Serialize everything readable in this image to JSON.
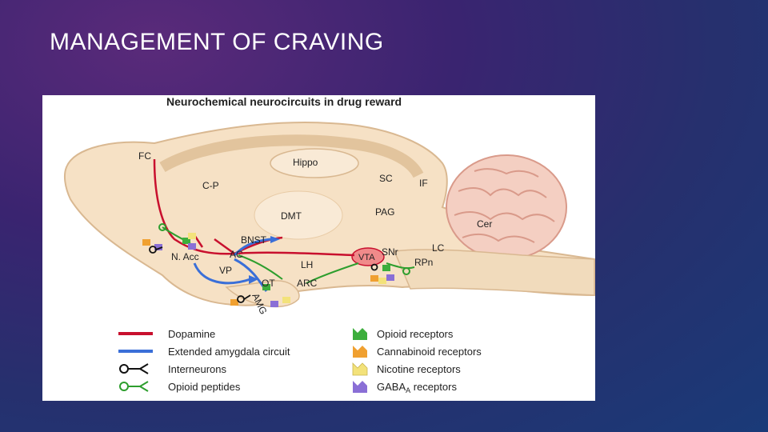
{
  "slide": {
    "title": "MANAGEMENT OF CRAVING"
  },
  "figure": {
    "title": "Neurochemical neurocircuits in drug reward",
    "regions": {
      "fc": "FC",
      "hippo": "Hippo",
      "cp": "C-P",
      "sc": "SC",
      "if": "IF",
      "dmt": "DMT",
      "pag": "PAG",
      "cer": "Cer",
      "bnst": "BNST",
      "lc": "LC",
      "ac": "AC",
      "nacc": "N. Acc",
      "lh": "LH",
      "vta": "VTA",
      "snr": "SNr",
      "rpn": "RPn",
      "vp": "VP",
      "ot": "OT",
      "arc": "ARC",
      "amg": "AMG"
    },
    "legend_left": [
      {
        "label": "Dopamine",
        "color": "#c8102e",
        "kind": "line"
      },
      {
        "label": "Extended amygdala circuit",
        "color": "#3a6fd8",
        "kind": "line"
      },
      {
        "label": "Interneurons",
        "color": "#111111",
        "kind": "neuron"
      },
      {
        "label": "Opioid peptides",
        "color": "#2e9e2e",
        "kind": "neuron"
      }
    ],
    "legend_right": [
      {
        "label": "Opioid receptors",
        "color": "#3cae3c"
      },
      {
        "label": "Cannabinoid receptors",
        "color": "#f0a030"
      },
      {
        "label": "Nicotine receptors",
        "color": "#f3e27a"
      },
      {
        "label": "GABA",
        "subscript": "A",
        "suffix": " receptors",
        "color": "#8a6fd6"
      }
    ]
  }
}
